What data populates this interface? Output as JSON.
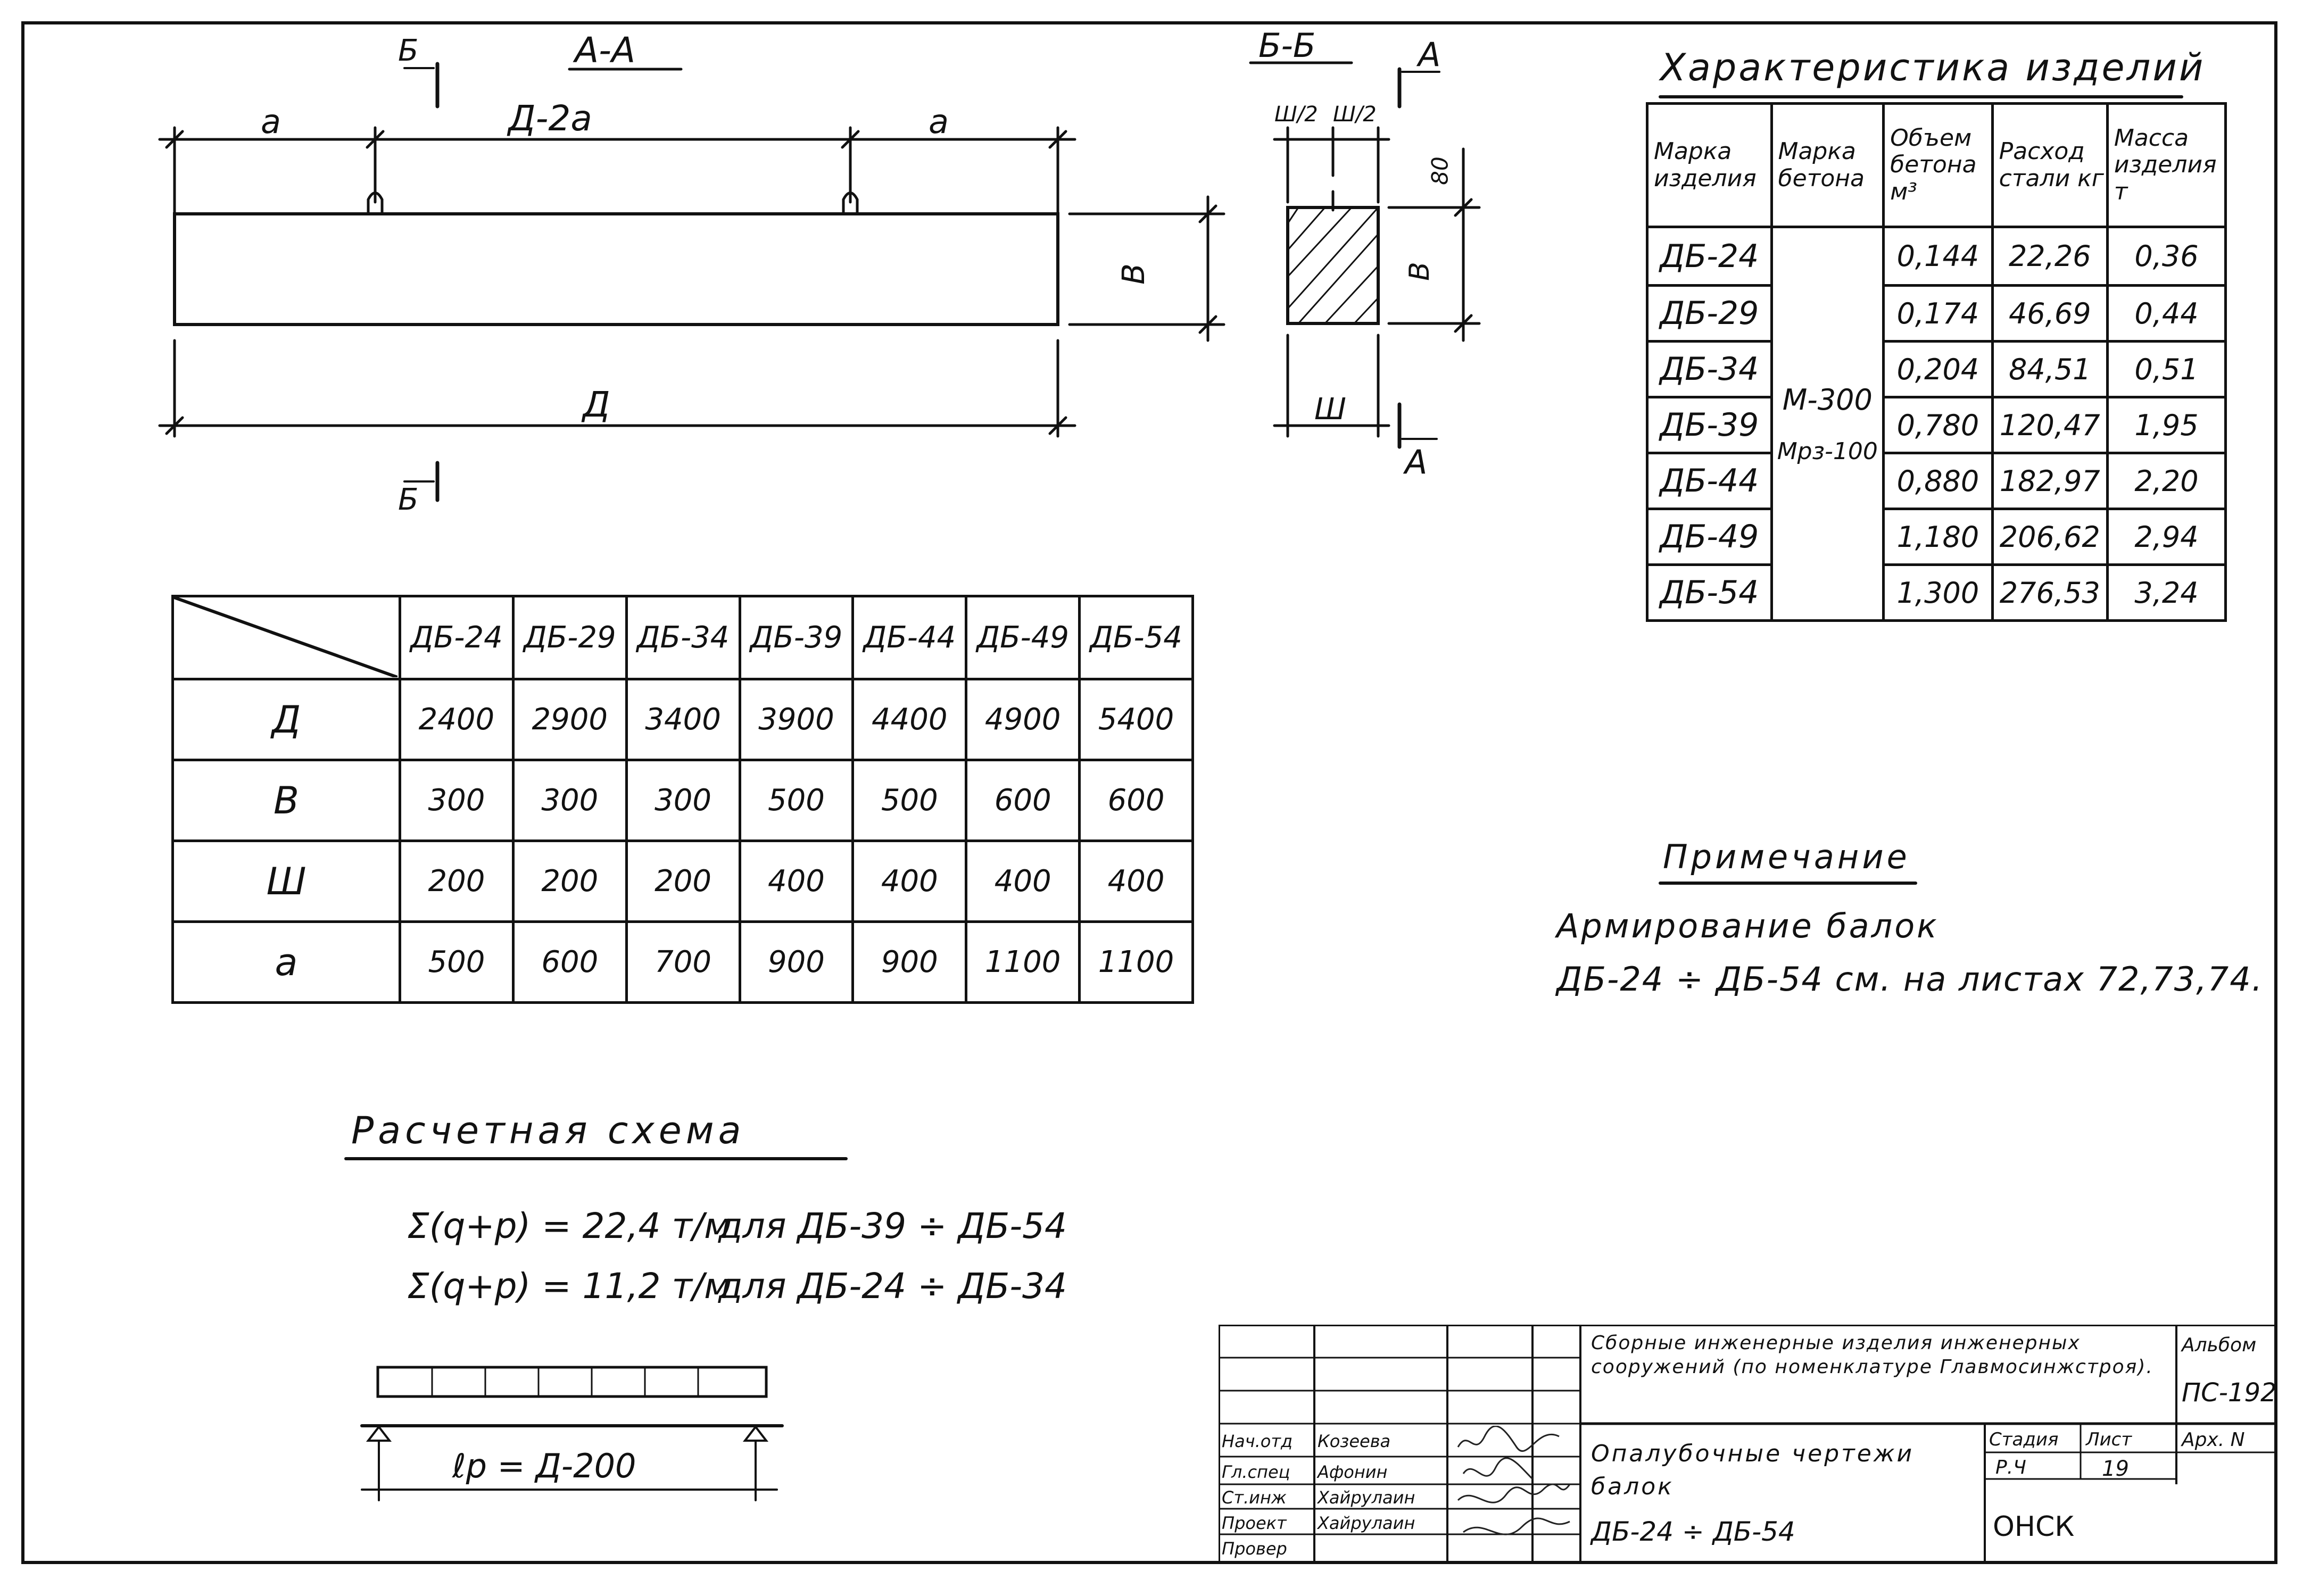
{
  "view_aa": {
    "title": "А-А",
    "section_mark": "Б",
    "dim_left": "а",
    "dim_middle": "Д-2а",
    "dim_right": "а",
    "dim_height": "В",
    "dim_total": "Д"
  },
  "view_bb": {
    "title": "Б-Б",
    "section_mark": "А",
    "dim_top_left": "Ш/2",
    "dim_top_right": "Ш/2",
    "dim_top_height": "80",
    "dim_height": "В",
    "dim_width": "Ш"
  },
  "spec_table": {
    "columns": [
      "ДБ-24",
      "ДБ-29",
      "ДБ-34",
      "ДБ-39",
      "ДБ-44",
      "ДБ-49",
      "ДБ-54"
    ],
    "rows": [
      {
        "label": "Д",
        "values": [
          "2400",
          "2900",
          "3400",
          "3900",
          "4400",
          "4900",
          "5400"
        ]
      },
      {
        "label": "В",
        "values": [
          "300",
          "300",
          "300",
          "500",
          "500",
          "600",
          "600"
        ]
      },
      {
        "label": "Ш",
        "values": [
          "200",
          "200",
          "200",
          "400",
          "400",
          "400",
          "400"
        ]
      },
      {
        "label": "а",
        "values": [
          "500",
          "600",
          "700",
          "900",
          "900",
          "1100",
          "1100"
        ]
      }
    ]
  },
  "characteristics": {
    "title": "Характеристика изделий",
    "headers": [
      "Марка изделия",
      "Марка бетона",
      "Объем бетона м³",
      "Расход стали кг",
      "Масса изделия т"
    ],
    "concrete_grade": "М-300",
    "frost_grade": "Мрз-100",
    "rows": [
      {
        "mark": "ДБ-24",
        "volume": "0,144",
        "steel": "22,26",
        "mass": "0,36"
      },
      {
        "mark": "ДБ-29",
        "volume": "0,174",
        "steel": "46,69",
        "mass": "0,44"
      },
      {
        "mark": "ДБ-34",
        "volume": "0,204",
        "steel": "84,51",
        "mass": "0,51"
      },
      {
        "mark": "ДБ-39",
        "volume": "0,780",
        "steel": "120,47",
        "mass": "1,95"
      },
      {
        "mark": "ДБ-44",
        "volume": "0,880",
        "steel": "182,97",
        "mass": "2,20"
      },
      {
        "mark": "ДБ-49",
        "volume": "1,180",
        "steel": "206,62",
        "mass": "2,94"
      },
      {
        "mark": "ДБ-54",
        "volume": "1,300",
        "steel": "276,53",
        "mass": "3,24"
      }
    ]
  },
  "note": {
    "title": "Примечание",
    "line1": "Армирование балок",
    "line2": "ДБ-24 ÷ ДБ-54 см. на листах 72,73,74."
  },
  "calc_scheme": {
    "title": "Расчетная схема",
    "formula1": "Σ(q+p) = 22,4 т/м",
    "range1": "для ДБ-39 ÷ ДБ-54",
    "formula2": "Σ(q+p) = 11,2 т/м",
    "range2": "для ДБ-24 ÷ ДБ-34",
    "span_label": "ℓр = Д-200"
  },
  "title_block": {
    "org": "Сборные инженерные изделия инженерных сооружений (по номенклатуре Главмосинжстроя).",
    "album_label": "Альбом",
    "album": "ПС-192",
    "arch_label": "Арх. N",
    "drawing_title": "Опалубочные чертежи балок",
    "drawing_range": "ДБ-24 ÷ ДБ-54",
    "stage_label": "Стадия",
    "sheet_label": "Лист",
    "stage": "Р.Ч",
    "sheet": "19",
    "company": "ОНСК",
    "roles": [
      {
        "role": "Нач.отд",
        "name": "Козеева"
      },
      {
        "role": "Гл.спец",
        "name": "Афонин"
      },
      {
        "role": "Ст.инж",
        "name": "Хайрулаин"
      },
      {
        "role": "Проект",
        "name": "Хайрулаин"
      },
      {
        "role": "Провер",
        "name": ""
      }
    ]
  }
}
